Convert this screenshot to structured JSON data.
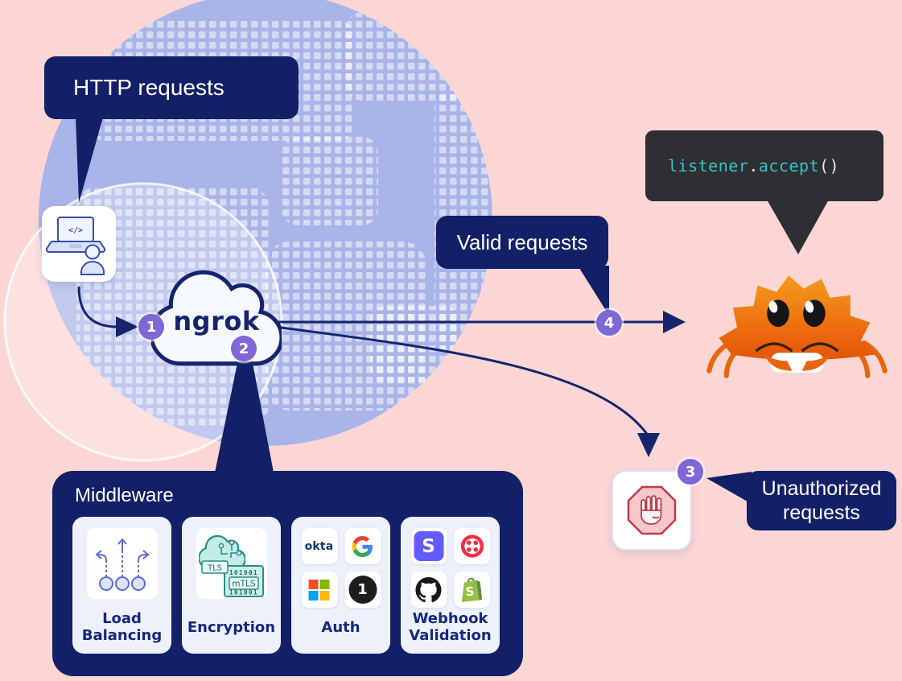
{
  "diagram": {
    "title": "ngrok traffic flow diagram"
  },
  "colors": {
    "background": "#fcd6d4",
    "navy": "#122068",
    "arrow_navy": "#16246d",
    "globe_blue": "#a9b4e8",
    "badge_purple": "#7d68d6",
    "card_light": "#ecf1fc",
    "code_background": "#2e2e33",
    "code_accent": "#2fc7c6",
    "crab_orange": "#ee6d0d",
    "stop_red": "#c2394a",
    "teal_icon": "#2b8d85",
    "load_balancer_blue": "#5b6bd5",
    "stripe_purple": "#635bff",
    "twilio_red": "#f22f46",
    "shopify_green": "#95bf47",
    "okta_navy": "#16366e",
    "microsoft_colors": [
      "#f25022",
      "#7fba00",
      "#00a4ef",
      "#ffb900"
    ]
  },
  "bubbles": {
    "http": {
      "label": "HTTP requests"
    },
    "valid": {
      "label": "Valid requests"
    },
    "unauthorized": {
      "line1": "Unauthorized",
      "line2": "requests"
    }
  },
  "code": {
    "object": "listener",
    "dot": ".",
    "method": "accept",
    "parens": "()"
  },
  "cloud": {
    "brand": "ngrok"
  },
  "laptop": {
    "screen_code": "</>"
  },
  "badges": [
    {
      "number": "1"
    },
    {
      "number": "2"
    },
    {
      "number": "3"
    },
    {
      "number": "4"
    }
  ],
  "middleware": {
    "title": "Middleware",
    "cards": [
      {
        "label": "Load Balancing",
        "icon": "load-balancing-icon"
      },
      {
        "label": "Encryption",
        "icon": "encryption-icon",
        "tls_label": "TLS",
        "mtls_label": "mTLS",
        "binary": "101001"
      },
      {
        "label": "Auth",
        "providers": [
          {
            "name": "okta",
            "label": "okta"
          },
          {
            "name": "google"
          },
          {
            "name": "microsoft"
          },
          {
            "name": "1password",
            "label": "1"
          }
        ]
      },
      {
        "label": "Webhook Validation",
        "providers": [
          {
            "name": "stripe",
            "label": "S"
          },
          {
            "name": "twilio"
          },
          {
            "name": "github"
          },
          {
            "name": "shopify",
            "label": "S"
          }
        ]
      }
    ]
  },
  "icons": {
    "laptop": "developer-laptop-icon",
    "cloud": "ngrok-cloud-icon",
    "stop": "stop-hand-icon",
    "crab": "ferris-rust-crab-icon"
  }
}
